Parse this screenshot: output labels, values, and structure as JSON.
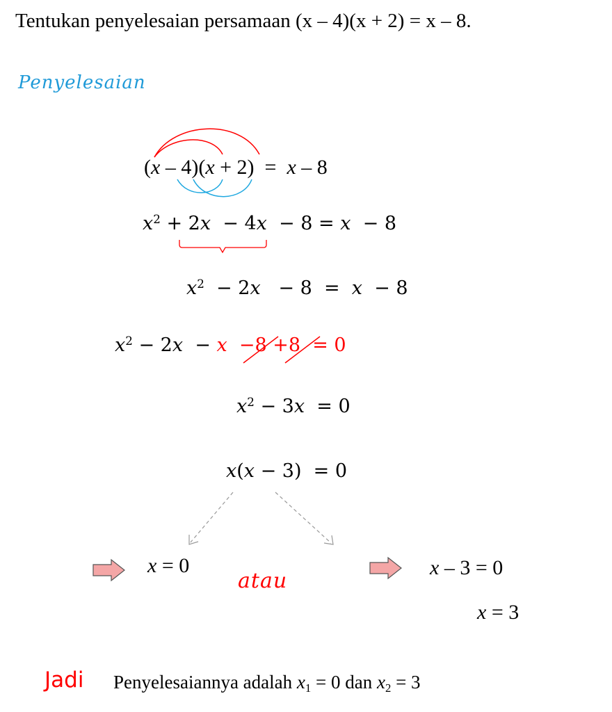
{
  "question": {
    "text": "Tentukan penyelesaian persamaan ",
    "equation": "(x – 4)(x + 2) = x – 8."
  },
  "heading": "Penyelesaian",
  "lines": [
    {
      "segments": [
        {
          "t": "("
        },
        {
          "t": "x",
          "v": true
        },
        {
          "t": " – 4)("
        },
        {
          "t": "x",
          "v": true
        },
        {
          "t": " + 2)  =  "
        },
        {
          "t": "x",
          "v": true
        },
        {
          "t": " – 8"
        }
      ]
    },
    {
      "segments": [
        {
          "t": "x",
          "v": true
        },
        {
          "t": "2",
          "sup": true
        },
        {
          "t": " + 2"
        },
        {
          "t": "x",
          "v": true
        },
        {
          "t": "  − 4"
        },
        {
          "t": "x",
          "v": true
        },
        {
          "t": "  − 8 = "
        },
        {
          "t": "x",
          "v": true
        },
        {
          "t": "  − 8"
        }
      ]
    },
    {
      "segments": [
        {
          "t": "x",
          "v": true
        },
        {
          "t": "2",
          "sup": true
        },
        {
          "t": "  − 2"
        },
        {
          "t": "x",
          "v": true
        },
        {
          "t": "   − 8  =  "
        },
        {
          "t": "x",
          "v": true
        },
        {
          "t": "  − 8"
        }
      ]
    },
    {
      "segments": [
        {
          "t": "x",
          "v": true
        },
        {
          "t": "2",
          "sup": true
        },
        {
          "t": " − 2"
        },
        {
          "t": "x",
          "v": true
        },
        {
          "t": "  − "
        },
        {
          "t": "x",
          "v": true,
          "red": true
        },
        {
          "t": "  −8 +8  = 0",
          "red": true
        }
      ]
    },
    {
      "segments": [
        {
          "t": "x",
          "v": true
        },
        {
          "t": "2",
          "sup": true
        },
        {
          "t": " − 3"
        },
        {
          "t": "x",
          "v": true
        },
        {
          "t": "  = 0"
        }
      ]
    },
    {
      "segments": [
        {
          "t": "x",
          "v": true
        },
        {
          "t": "("
        },
        {
          "t": "x",
          "v": true
        },
        {
          "t": " − 3)  = 0"
        }
      ]
    }
  ],
  "case_left": {
    "segments": [
      {
        "t": "x",
        "v": true
      },
      {
        "t": " = 0"
      }
    ]
  },
  "connector": "atau",
  "case_right": {
    "segments": [
      {
        "t": "x",
        "v": true
      },
      {
        "t": " – 3 = 0"
      }
    ]
  },
  "case_right_result": {
    "segments": [
      {
        "t": "x",
        "v": true
      },
      {
        "t": " = 3"
      }
    ]
  },
  "conclusion": {
    "label": "Jadi",
    "text": "Penyelesaiannya adalah ",
    "x1": "x",
    "sub1": "1",
    "mid": " = 0 dan ",
    "x2": "x",
    "sub2": "2",
    "end": " = 3"
  },
  "colors": {
    "red": "#ff0000",
    "blue": "#1f9ad8",
    "arrow_fill": "#f4a6a6",
    "dash": "#999999"
  }
}
